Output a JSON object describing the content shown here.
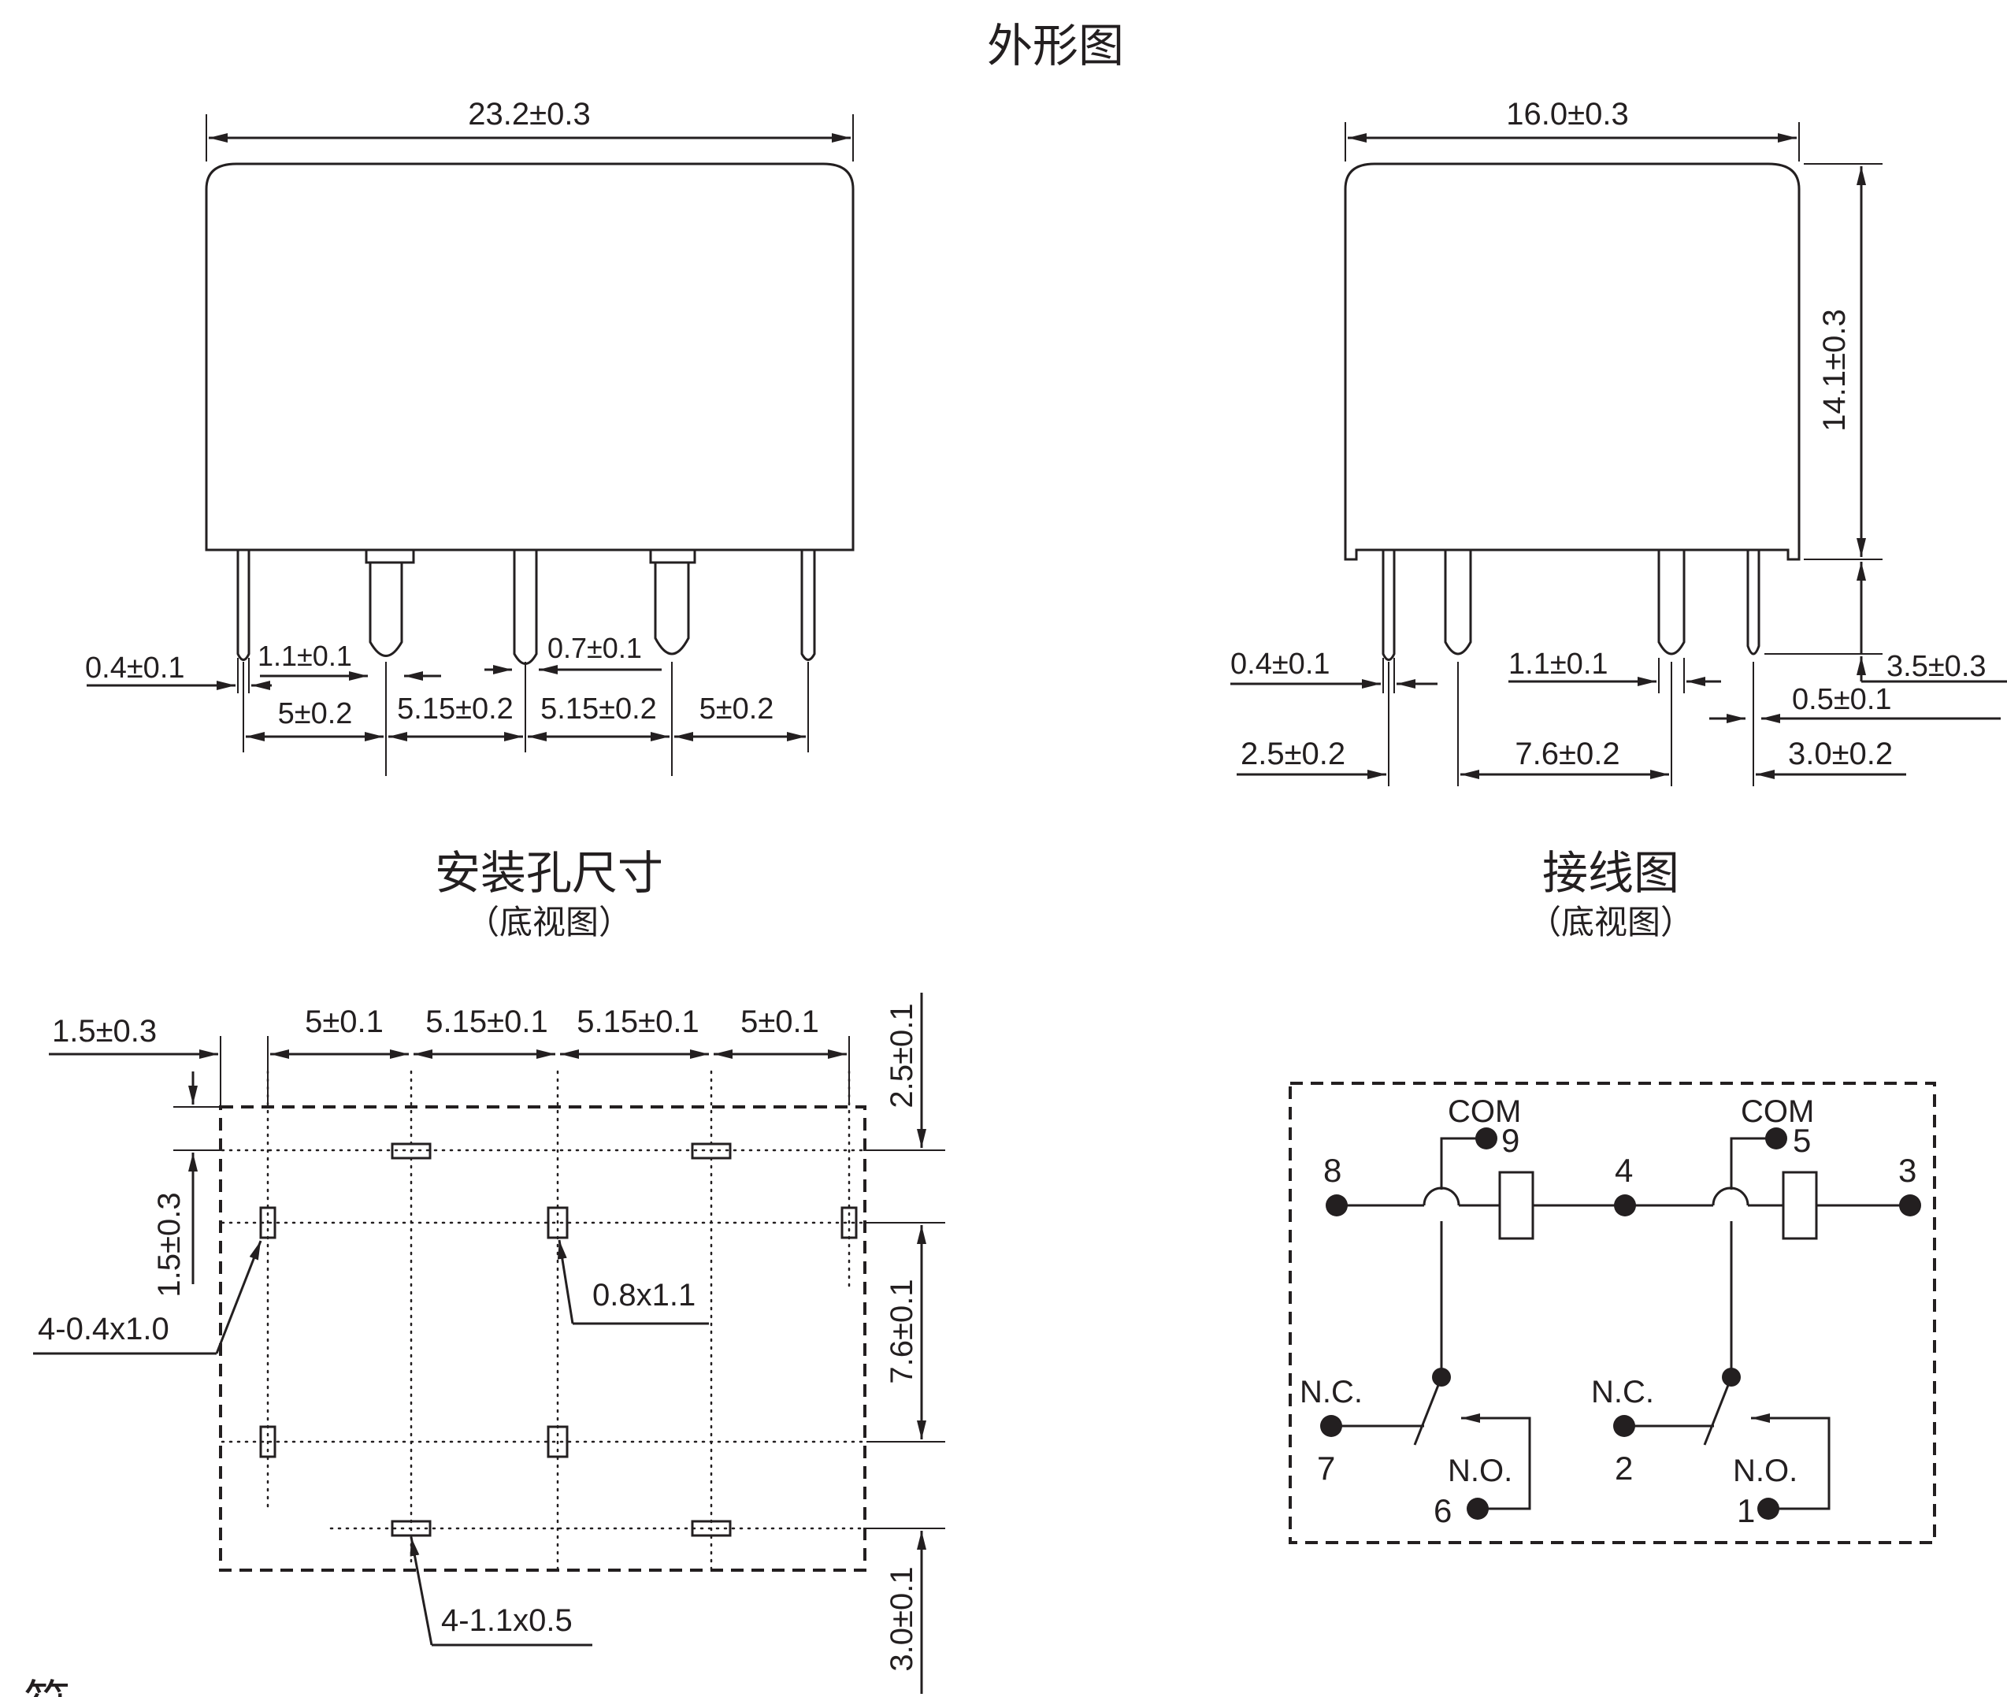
{
  "titles": {
    "outline": "外形图",
    "mounting": "安装孔尺寸",
    "mounting_sub": "（底视图）",
    "wiring": "接线图",
    "wiring_sub": "（底视图）",
    "cut_off_char": "符"
  },
  "front_view": {
    "width": "23.2±0.3",
    "pin_thick": "0.4±0.1",
    "pin_wide": "1.1±0.1",
    "pin_mid": "0.7±0.1",
    "pitch_1": "5±0.2",
    "pitch_2": "5.15±0.2",
    "pitch_3": "5.15±0.2",
    "pitch_4": "5±0.2"
  },
  "side_view": {
    "width": "16.0±0.3",
    "height": "14.1±0.3",
    "pin_thick": "0.4±0.1",
    "pin_wide": "1.1±0.1",
    "pin_length": "3.5±0.3",
    "standoff": "0.5±0.1",
    "offset_left": "2.5±0.2",
    "row_pitch": "7.6±0.2",
    "offset_right": "3.0±0.2"
  },
  "mounting": {
    "edge_x": "1.5±0.3",
    "pitch_1": "5±0.1",
    "pitch_2": "5.15±0.1",
    "pitch_3": "5.15±0.1",
    "pitch_4": "5±0.1",
    "edge_y": "1.5±0.3",
    "top_offset": "2.5±0.1",
    "row_pitch": "7.6±0.1",
    "bottom_offset": "3.0±0.1",
    "hole_small": "4-0.4x1.0",
    "hole_center": "0.8x1.1",
    "hole_flat": "4-1.1x0.5"
  },
  "wiring": {
    "com": "COM",
    "nc": "N.C.",
    "no": "N.O.",
    "pins": {
      "p1": "1",
      "p2": "2",
      "p3": "3",
      "p4": "4",
      "p5": "5",
      "p6": "6",
      "p7": "7",
      "p8": "8",
      "p9": "9"
    }
  }
}
